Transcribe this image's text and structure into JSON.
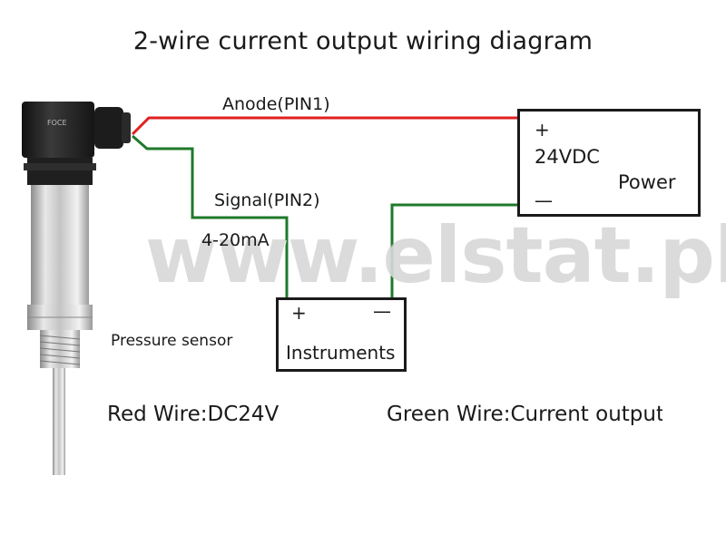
{
  "title": "2-wire current output wiring diagram",
  "wires": {
    "anode_label": "Anode(PIN1)",
    "signal_label": "Signal(PIN2)",
    "current_label": "4-20mA",
    "red_color": "#e02020",
    "green_color": "#1e7a2a"
  },
  "power_box": {
    "plus": "+",
    "voltage": "24VDC",
    "label": "Power",
    "minus": "—"
  },
  "instruments_box": {
    "plus": "+",
    "minus": "—",
    "label": "Instruments"
  },
  "sensor": {
    "label": "Pressure sensor",
    "connector_icon": "din-connector-icon",
    "body_icon": "pressure-transmitter-icon"
  },
  "legend": {
    "red_wire": "Red Wire:DC24V",
    "green_wire": "Green Wire:Current output"
  },
  "watermark": "www.elstat.pl"
}
